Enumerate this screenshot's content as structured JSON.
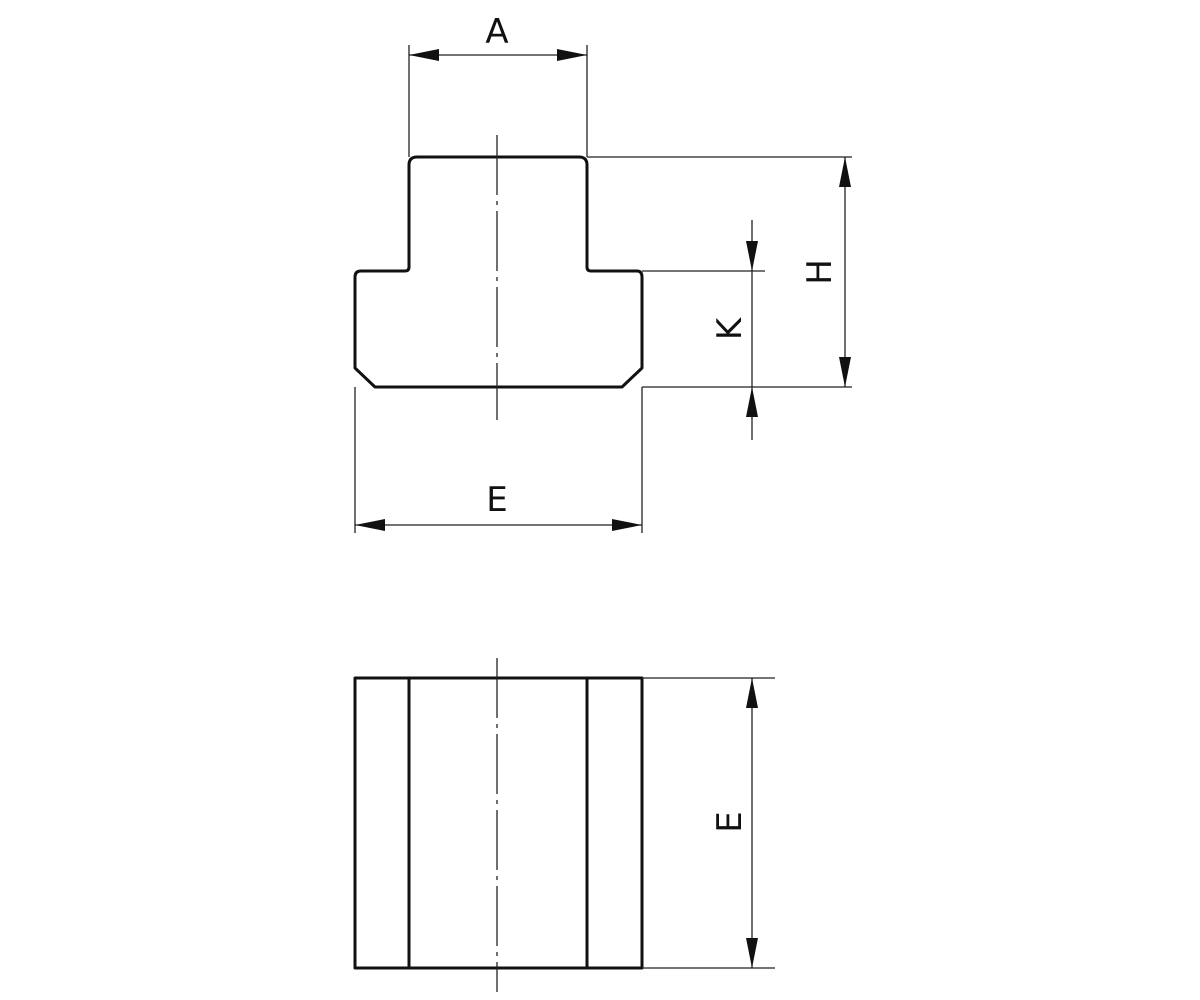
{
  "front_view": {
    "dimensions": {
      "width_top": "A",
      "height_total": "H",
      "height_flange": "K",
      "width_bottom": "E"
    }
  },
  "bottom_view": {
    "dimensions": {
      "length": "E"
    }
  },
  "colors": {
    "line": "#111111",
    "background": "#ffffff"
  }
}
